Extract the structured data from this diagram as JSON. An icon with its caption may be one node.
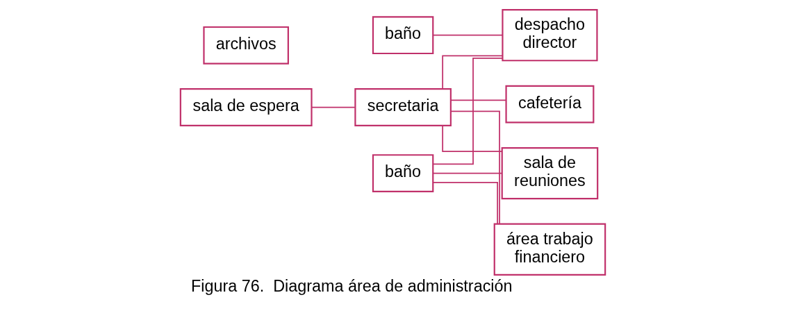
{
  "diagram": {
    "caption": "Figura 76.  Diagrama área de administración",
    "nodes": [
      {
        "text": [
          "sala de espera"
        ]
      },
      {
        "text": [
          "secretaria"
        ]
      },
      {
        "text": [
          "baño"
        ]
      },
      {
        "text": [
          "despacho director"
        ]
      },
      {
        "text": [
          "cafetería"
        ]
      },
      {
        "text": [
          "sala de reuniones"
        ]
      },
      {
        "text": [
          "baño"
        ]
      },
      {
        "text": [
          "área trabajo financiero"
        ]
      },
      {
        "text": [
          "archivos"
        ]
      }
    ],
    "edges": [
      {
        "from": 0,
        "to": 1,
        "arrow": "none"
      },
      {
        "from": 2,
        "to": 3,
        "arrow": "none"
      },
      {
        "from": 1,
        "to": 3,
        "arrow": "none"
      },
      {
        "from": 1,
        "to": 4,
        "arrow": "none"
      },
      {
        "from": 1,
        "to": 5,
        "arrow": "none"
      },
      {
        "from": 6,
        "to": 3,
        "arrow": "none"
      },
      {
        "from": 6,
        "to": 5,
        "arrow": "none"
      },
      {
        "from": 6,
        "to": 7,
        "arrow": "none"
      },
      {
        "from": 1,
        "to": 7,
        "arrow": "none"
      }
    ]
  }
}
